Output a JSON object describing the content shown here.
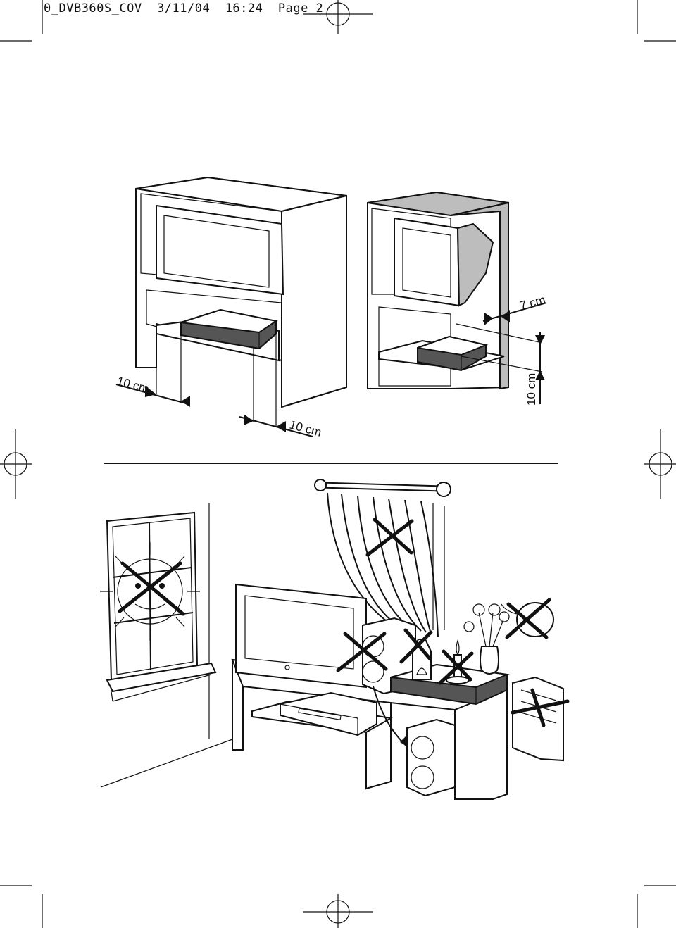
{
  "header": {
    "filename": "0_DVB360S_COV",
    "date": "3/11/04",
    "time": "16:24",
    "page_label": "Page 2"
  },
  "top_diagram": {
    "left_clearance_label": "10 cm",
    "bottom_clearance_label": "10 cm",
    "rear_clearance_label": "7 cm",
    "top_clearance_label": "10 cm"
  },
  "bottom_diagram": {
    "forbidden_marks": [
      "direct-sunlight",
      "curtain-cover",
      "nearby-speaker",
      "flammable-bottle",
      "candle-flame",
      "water-vase",
      "radiator-heat"
    ]
  }
}
